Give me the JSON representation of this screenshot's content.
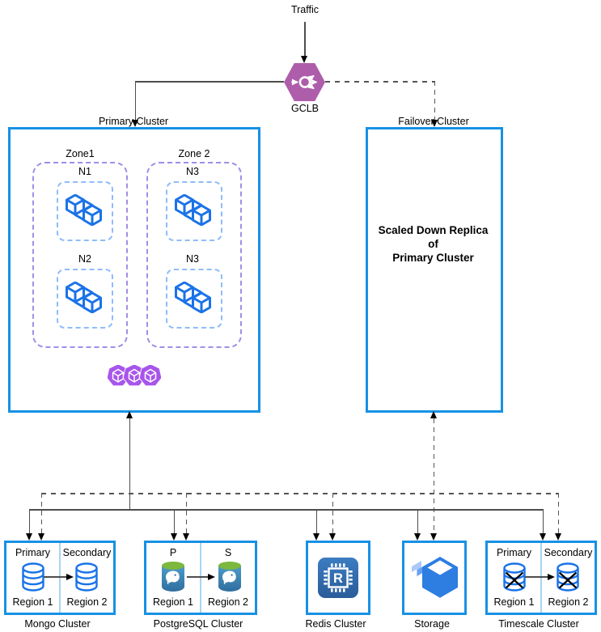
{
  "diagram": {
    "traffic_label": "Traffic",
    "gclb_label": "GCLB",
    "primary_cluster": {
      "label": "Primary Cluster",
      "zone1": {
        "label": "Zone1",
        "node1": "N1",
        "node2": "N2"
      },
      "zone2": {
        "label": "Zone 2",
        "node1": "N3",
        "node2": "N3"
      }
    },
    "failover_cluster": {
      "label": "Failover Cluster",
      "line1": "Scaled Down Replica",
      "line2": "of",
      "line3": "Primary Cluster"
    },
    "mongo": {
      "label": "Mongo Cluster",
      "left_role": "Primary",
      "right_role": "Secondary",
      "left_region": "Region 1",
      "right_region": "Region 2"
    },
    "postgres": {
      "label": "PostgreSQL Cluster",
      "left_role": "P",
      "right_role": "S",
      "left_region": "Region 1",
      "right_region": "Region 2"
    },
    "redis": {
      "label": "Redis Cluster",
      "chip_letter": "R"
    },
    "storage": {
      "label": "Storage"
    },
    "timescale": {
      "label": "Timescale Cluster",
      "left_role": "Primary",
      "right_role": "Secondary",
      "left_region": "Region 1",
      "right_region": "Region 2"
    },
    "colors": {
      "cluster_border": "#1791E4",
      "icon_blue": "#1A73E8",
      "pod_purple": "#A855EB",
      "gclb_purple": "#AE5DAB",
      "postgres_green": "#7CB83E",
      "storage_blue": "#2E7DE1",
      "redis_blue": "#30659F"
    }
  }
}
